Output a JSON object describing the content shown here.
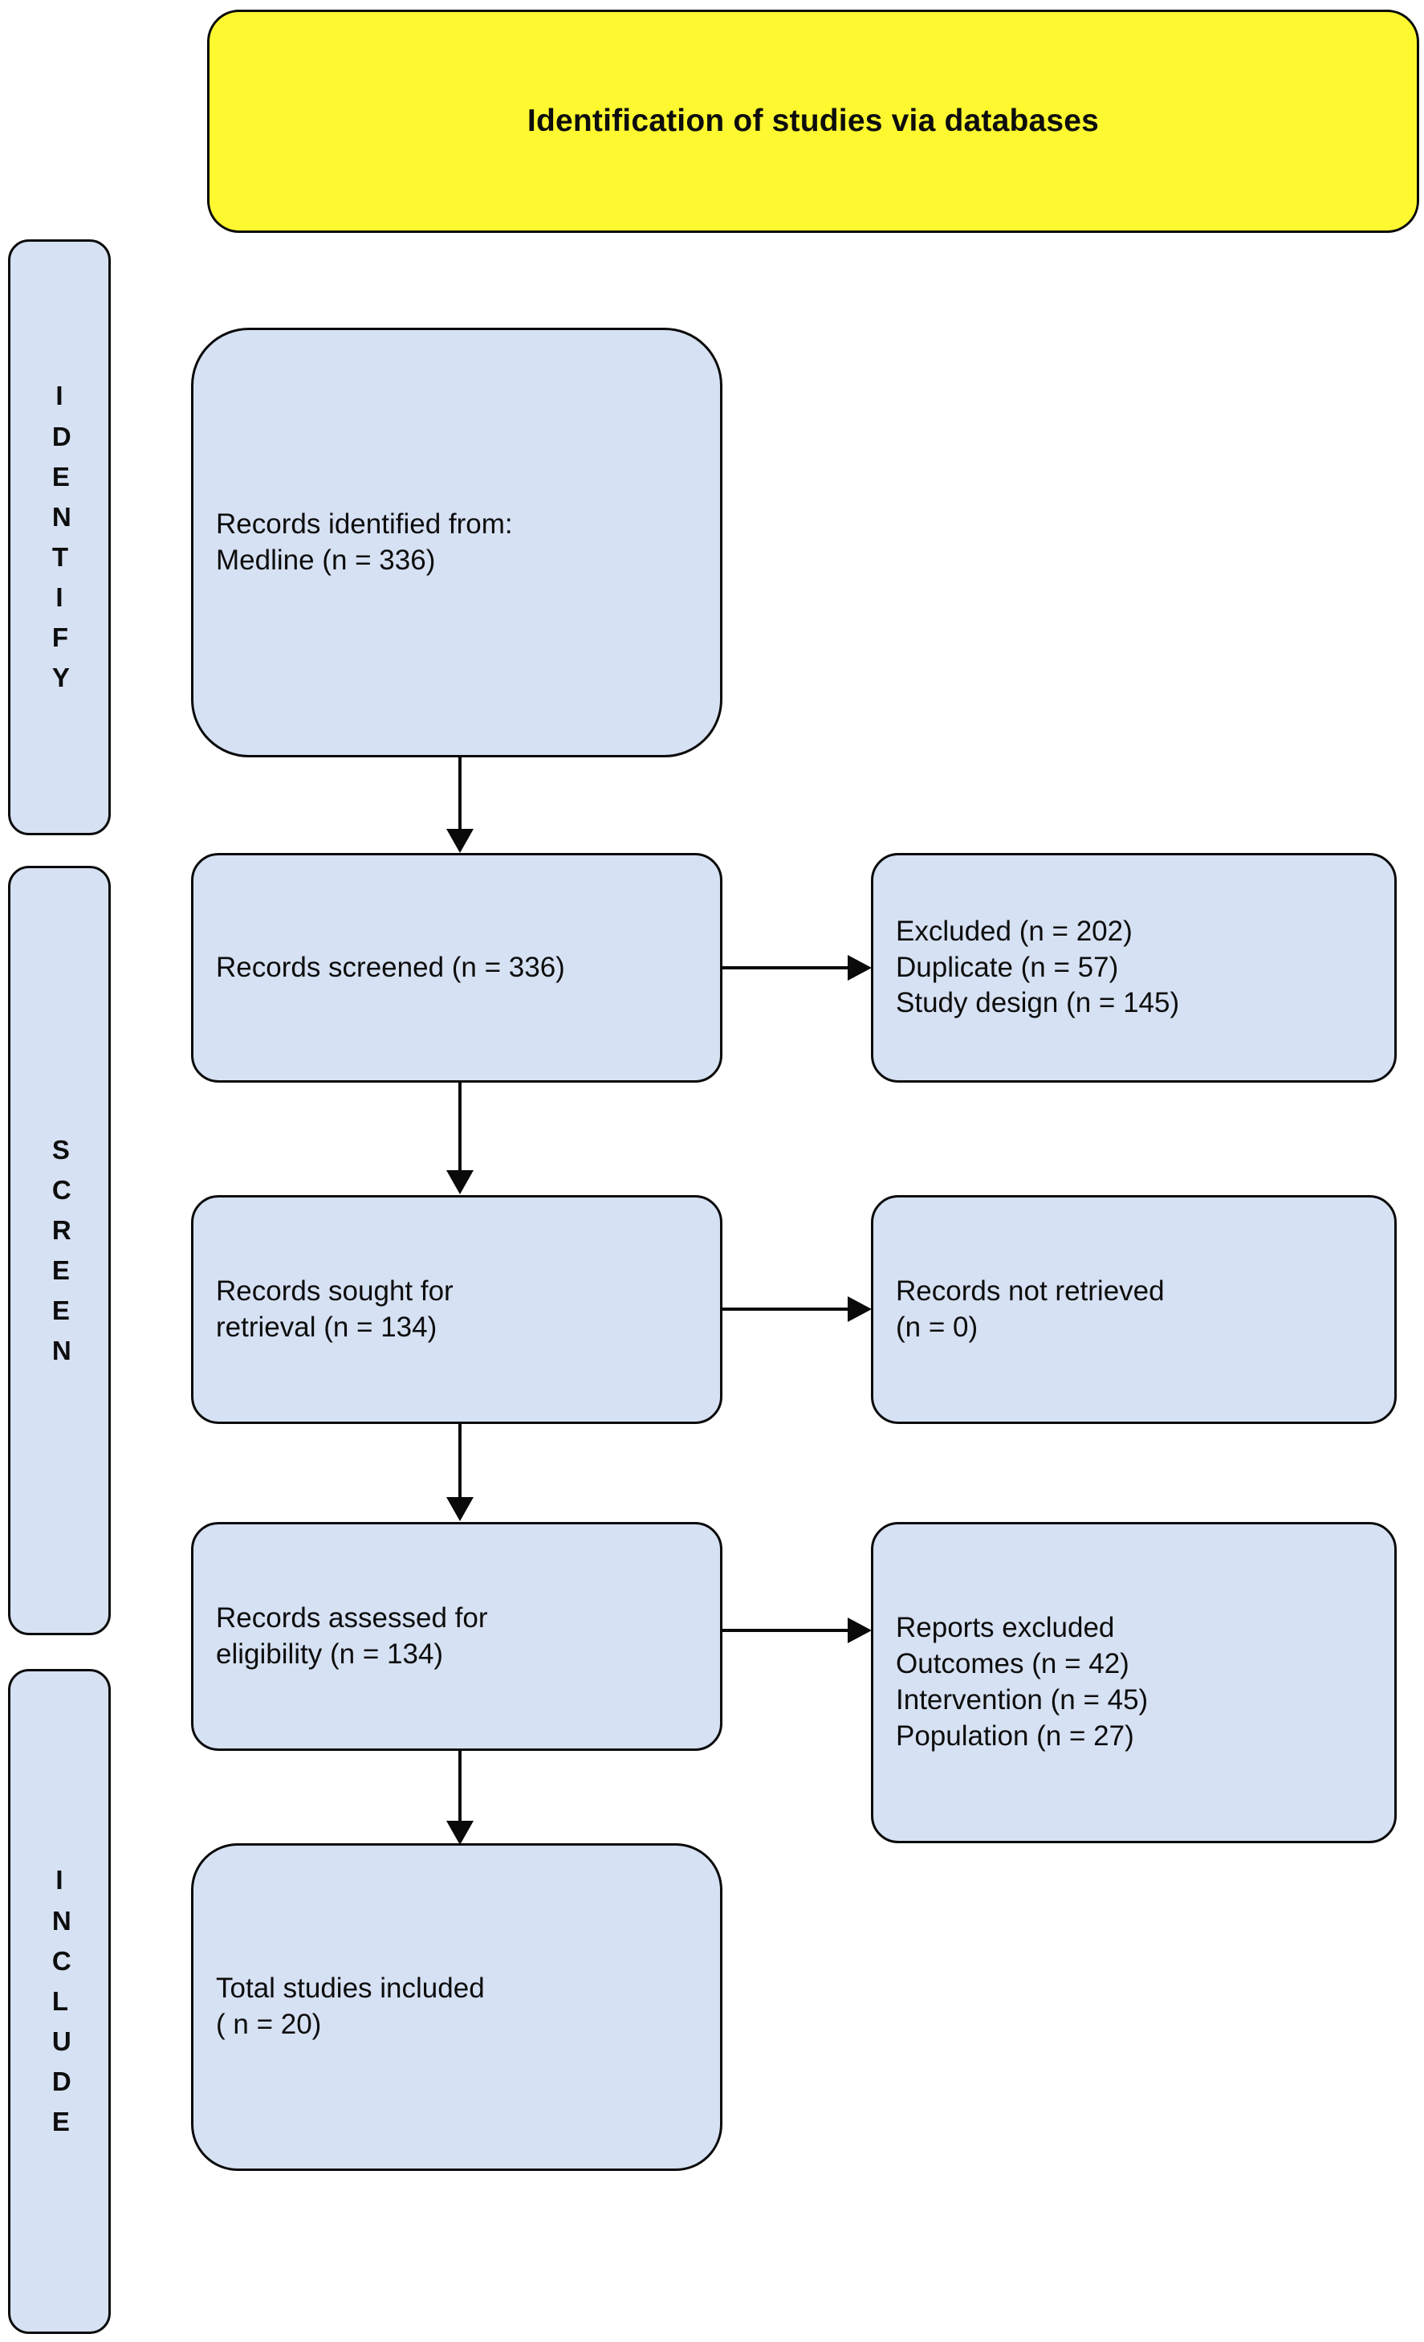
{
  "diagram": {
    "type": "prisma-flow-diagram",
    "title": "Identification of studies via databases",
    "accent_yellow": "#FDF830",
    "node_fill": "#D6E1F3",
    "node_border": "#0A0A0A"
  },
  "header": {
    "label": "Identification of studies via databases"
  },
  "stages": [
    {
      "id": "identify",
      "label": "IDENTIFY"
    },
    {
      "id": "screen",
      "label": "SCREEN"
    },
    {
      "id": "include",
      "label": "INCLUDE"
    }
  ],
  "nodes": {
    "records_identified": {
      "label": "Records identified from:\nMedline (n = 336)",
      "count": 336,
      "source": "Medline"
    },
    "records_screened": {
      "label": "Records screened (n = 336)",
      "count": 336
    },
    "records_excluded": {
      "label": "Excluded (n = 202)\nDuplicate (n = 57)\nStudy design (n = 145)",
      "total_excluded": 202,
      "reasons": [
        {
          "reason": "Duplicate",
          "count": 57
        },
        {
          "reason": "Study design",
          "count": 145
        }
      ]
    },
    "records_sought": {
      "label": "Records sought for\nretrieval (n = 134)",
      "count": 134
    },
    "records_not_retrieved": {
      "label": "Records not retrieved\n(n = 0)",
      "count": 0
    },
    "records_assessed": {
      "label": "Records assessed for\neligibility (n = 134)",
      "count": 134
    },
    "reports_excluded": {
      "label": "Reports excluded\nOutcomes (n = 42)\nIntervention (n = 45)\nPopulation (n = 27)",
      "reasons": [
        {
          "reason": "Outcomes",
          "count": 42
        },
        {
          "reason": "Intervention",
          "count": 45
        },
        {
          "reason": "Population",
          "count": 27
        }
      ]
    },
    "total_included": {
      "label": "Total studies included\n( n = 20)",
      "count": 20
    }
  },
  "connectors": [
    {
      "id": "identified-to-screened",
      "from": "records_identified",
      "to": "records_screened",
      "direction": "down"
    },
    {
      "id": "screened-to-excluded",
      "from": "records_screened",
      "to": "records_excluded",
      "direction": "right"
    },
    {
      "id": "screened-to-sought",
      "from": "records_screened",
      "to": "records_sought",
      "direction": "down"
    },
    {
      "id": "sought-to-notretrieved",
      "from": "records_sought",
      "to": "records_not_retrieved",
      "direction": "right"
    },
    {
      "id": "sought-to-assessed",
      "from": "records_sought",
      "to": "records_assessed",
      "direction": "down"
    },
    {
      "id": "assessed-to-reportsexcl",
      "from": "records_assessed",
      "to": "reports_excluded",
      "direction": "right"
    },
    {
      "id": "assessed-to-included",
      "from": "records_assessed",
      "to": "total_included",
      "direction": "down"
    }
  ]
}
